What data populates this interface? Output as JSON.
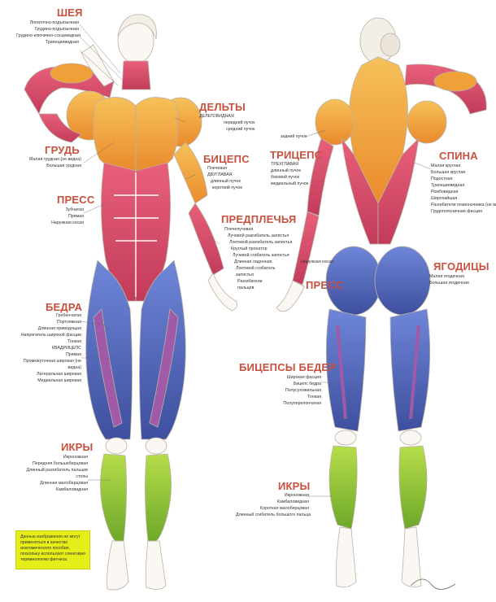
{
  "colors": {
    "heading": "#c8503e",
    "muscle_red": "#d9445f",
    "muscle_orange": "#f0a038",
    "muscle_blue": "#5a6ec8",
    "muscle_purple": "#8a4a9a",
    "muscle_green": "#8ec63a",
    "skin": "#ffffff",
    "note_bg": "#e6ee1a"
  },
  "front": {
    "neck": {
      "title": "ШЕЯ",
      "items": [
        "Лопаточно-подъязычная",
        "Грудино-подъязычная",
        "Грудино-ключично-сосцевидная",
        "Трапециевидная"
      ]
    },
    "delts": {
      "title": "ДЕЛЬТЫ",
      "items": [
        "ДЕЛЬТОВИДНАЯ",
        "передний пучок",
        "средний пучок"
      ]
    },
    "chest": {
      "title": "ГРУДЬ",
      "items": [
        "Малая грудная (не видна)",
        "Большая грудная"
      ]
    },
    "biceps": {
      "title": "БИЦЕПС",
      "items": [
        "Плечевая",
        "ДВУГЛАВАЯ",
        "длинный пучок",
        "короткий пучок"
      ]
    },
    "abs": {
      "title": "ПРЕСС",
      "items": [
        "Зубчатая",
        "Прямая",
        "Наружная косая"
      ]
    },
    "forearm": {
      "title": "ПРЕДПЛЕЧЬЯ",
      "items": [
        "Плечелучевая",
        "Лучевой разгибатель запястья",
        "Локтевой разгибатель запястья",
        "Круглый пронатор",
        "Лучевой сгибатель запястья",
        "Длинная ладонная",
        "Локтевой сгибатель запястья",
        "Разгибатели пальцев"
      ]
    },
    "thighs": {
      "title": "БЕДРА",
      "items": [
        "Гребенчатая",
        "Портняжная",
        "Длинная приводящая",
        "Напрягатель широкой фасции",
        "Тонкая",
        "КВАДРИЦЕПС",
        "Прямая",
        "Промежуточная широкая (не видна)",
        "Латеральная широкая",
        "Медиальная широкая"
      ]
    },
    "calves": {
      "title": "ИКРЫ",
      "items": [
        "Икроножная",
        "Передняя большеберцовая",
        "Длинный разгибатель пальцев стопы",
        "Длинная малоберцовая",
        "Камбаловидная"
      ]
    }
  },
  "back": {
    "triceps": {
      "title": "ТРИЦЕПС",
      "pre": "задний пучок",
      "items": [
        "ТРЕХГЛАВАЯ",
        "длинный пучок",
        "боковой пучок",
        "медиальный пучок"
      ]
    },
    "back": {
      "title": "СПИНА",
      "items": [
        "Малая круглая",
        "Большая круглая",
        "Подостная",
        "Трапециевидная",
        "Ромбовидная",
        "Широчайшая",
        "Разгибатели позвоночника (не видны)",
        "Грудопоясничная фасция"
      ]
    },
    "abs": {
      "title": "ПРЕСС",
      "items": [
        "Наружная косая"
      ]
    },
    "glutes": {
      "title": "ЯГОДИЦЫ",
      "items": [
        "Малая ягодичная",
        "Большая ягодичная"
      ]
    },
    "hamstrings": {
      "title": "БИЦЕПСЫ БЕДЕР",
      "items": [
        "Широкая фасция",
        "Бицепс бедра",
        "Полусухожильная",
        "Тонкая",
        "Полуперепончатая"
      ]
    },
    "calves": {
      "title": "ИКРЫ",
      "items": [
        "Икроножная",
        "Камбаловидная",
        "Короткая малоберцовая",
        "Длинный сгибатель большого пальца"
      ]
    }
  },
  "note": "Данные изображения не могут применяться в качестве анатомического пособия, поскольку используют сленговую терминологию фитнеса."
}
